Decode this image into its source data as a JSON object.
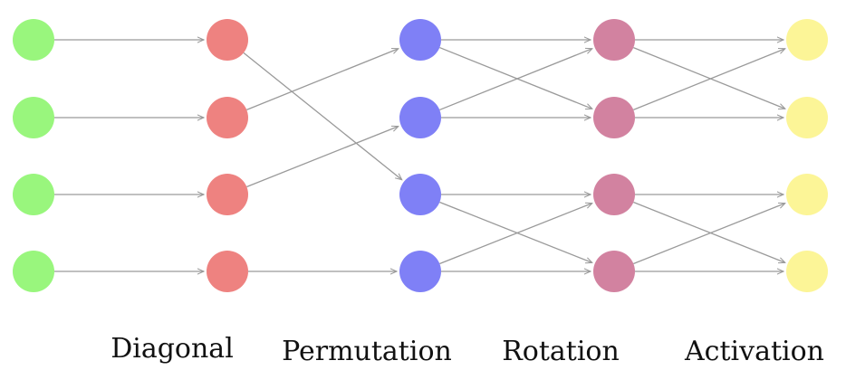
{
  "colors": {
    "input": "#99f67d",
    "diagonal": "#ee8280",
    "permutation": "#7f80f6",
    "rotation": "#d282a0",
    "activation": "#fcf597",
    "edge": "#9a9a9a"
  },
  "layers": [
    {
      "key": "input",
      "label": ""
    },
    {
      "key": "diagonal",
      "label": "Diagonal"
    },
    {
      "key": "permutation",
      "label": "Permutation"
    },
    {
      "key": "rotation",
      "label": "Rotation"
    },
    {
      "key": "activation",
      "label": "Activation"
    }
  ],
  "nodes_per_layer": 4,
  "edges": [
    {
      "from": [
        0,
        0
      ],
      "to": [
        1,
        0
      ]
    },
    {
      "from": [
        0,
        1
      ],
      "to": [
        1,
        1
      ]
    },
    {
      "from": [
        0,
        2
      ],
      "to": [
        1,
        2
      ]
    },
    {
      "from": [
        0,
        3
      ],
      "to": [
        1,
        3
      ]
    },
    {
      "from": [
        1,
        0
      ],
      "to": [
        2,
        2
      ]
    },
    {
      "from": [
        1,
        1
      ],
      "to": [
        2,
        0
      ]
    },
    {
      "from": [
        1,
        2
      ],
      "to": [
        2,
        1
      ]
    },
    {
      "from": [
        1,
        3
      ],
      "to": [
        2,
        3
      ]
    },
    {
      "from": [
        2,
        0
      ],
      "to": [
        3,
        0
      ]
    },
    {
      "from": [
        2,
        0
      ],
      "to": [
        3,
        1
      ]
    },
    {
      "from": [
        2,
        1
      ],
      "to": [
        3,
        0
      ]
    },
    {
      "from": [
        2,
        1
      ],
      "to": [
        3,
        1
      ]
    },
    {
      "from": [
        2,
        2
      ],
      "to": [
        3,
        2
      ]
    },
    {
      "from": [
        2,
        2
      ],
      "to": [
        3,
        3
      ]
    },
    {
      "from": [
        2,
        3
      ],
      "to": [
        3,
        2
      ]
    },
    {
      "from": [
        2,
        3
      ],
      "to": [
        3,
        3
      ]
    },
    {
      "from": [
        3,
        0
      ],
      "to": [
        4,
        0
      ]
    },
    {
      "from": [
        3,
        0
      ],
      "to": [
        4,
        1
      ]
    },
    {
      "from": [
        3,
        1
      ],
      "to": [
        4,
        0
      ]
    },
    {
      "from": [
        3,
        1
      ],
      "to": [
        4,
        1
      ]
    },
    {
      "from": [
        3,
        2
      ],
      "to": [
        4,
        2
      ]
    },
    {
      "from": [
        3,
        2
      ],
      "to": [
        4,
        3
      ]
    },
    {
      "from": [
        3,
        3
      ],
      "to": [
        4,
        2
      ]
    },
    {
      "from": [
        3,
        3
      ],
      "to": [
        4,
        3
      ]
    }
  ]
}
